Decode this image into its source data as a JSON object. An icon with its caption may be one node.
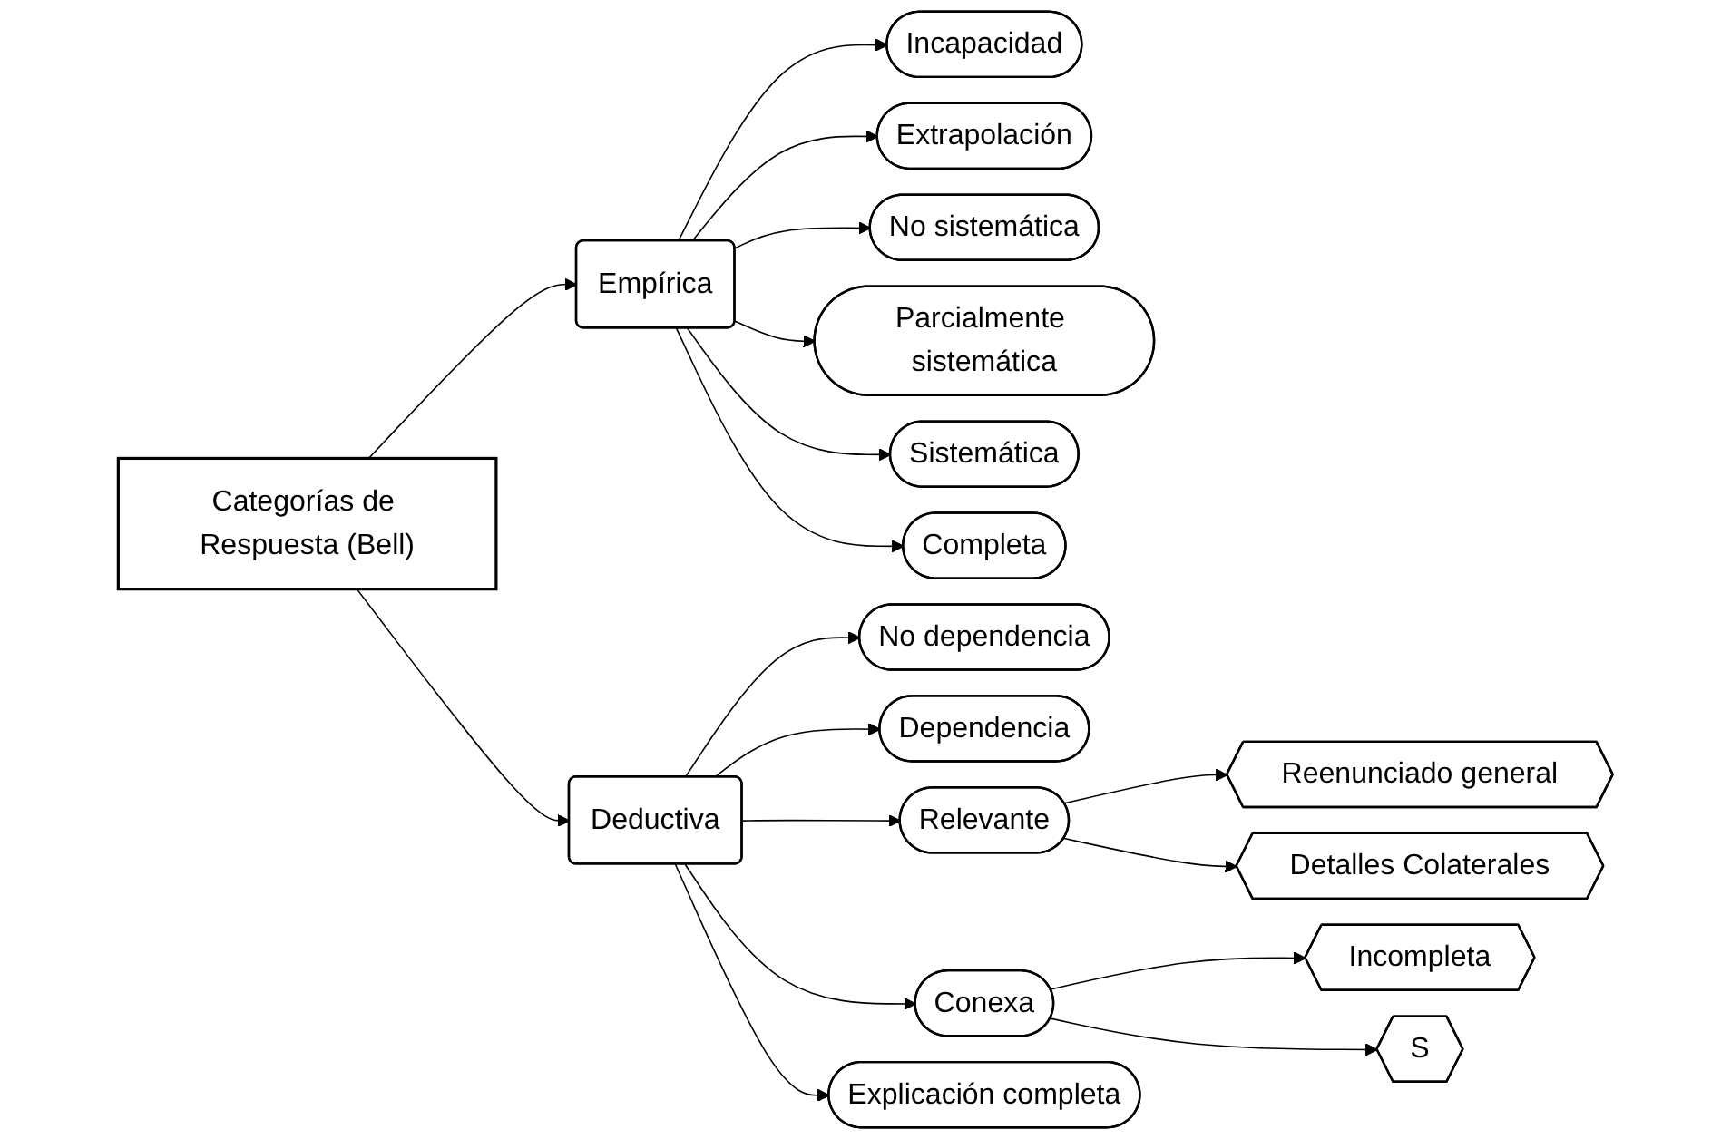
{
  "diagram": {
    "nodes": [
      {
        "text": [
          "Categorías de Respuesta (Bell)"
        ]
      },
      {
        "text": [
          "Empírica"
        ]
      },
      {
        "text": [
          "Deductiva"
        ]
      },
      {
        "text": [
          "Incapacidad"
        ]
      },
      {
        "text": [
          "Extrapolación"
        ]
      },
      {
        "text": [
          "No sistemática"
        ]
      },
      {
        "text": [
          "Parcialmente sistemática"
        ]
      },
      {
        "text": [
          "Sistemática"
        ]
      },
      {
        "text": [
          "Completa"
        ]
      },
      {
        "text": [
          "No dependencia"
        ]
      },
      {
        "text": [
          "Dependencia"
        ]
      },
      {
        "text": [
          "Relevante"
        ]
      },
      {
        "text": [
          "Conexa"
        ]
      },
      {
        "text": [
          "Explicación completa"
        ]
      },
      {
        "text": [
          "Reenunciado general"
        ]
      },
      {
        "text": [
          "Detalles Colaterales"
        ]
      },
      {
        "text": [
          "Incompleta"
        ]
      },
      {
        "text": [
          "S"
        ]
      }
    ],
    "edges": [
      {
        "from": 0,
        "to": 1,
        "arrow": "to"
      },
      {
        "from": 0,
        "to": 2,
        "arrow": "to"
      },
      {
        "from": 1,
        "to": 3,
        "arrow": "to"
      },
      {
        "from": 1,
        "to": 4,
        "arrow": "to"
      },
      {
        "from": 1,
        "to": 5,
        "arrow": "to"
      },
      {
        "from": 1,
        "to": 6,
        "arrow": "to"
      },
      {
        "from": 1,
        "to": 7,
        "arrow": "to"
      },
      {
        "from": 1,
        "to": 8,
        "arrow": "to"
      },
      {
        "from": 2,
        "to": 9,
        "arrow": "to"
      },
      {
        "from": 2,
        "to": 10,
        "arrow": "to"
      },
      {
        "from": 2,
        "to": 11,
        "arrow": "to"
      },
      {
        "from": 2,
        "to": 12,
        "arrow": "to"
      },
      {
        "from": 2,
        "to": 13,
        "arrow": "to"
      },
      {
        "from": 11,
        "to": 14,
        "arrow": "to"
      },
      {
        "from": 11,
        "to": 15,
        "arrow": "to"
      },
      {
        "from": 12,
        "to": 16,
        "arrow": "to"
      },
      {
        "from": 12,
        "to": 17,
        "arrow": "to"
      }
    ]
  }
}
